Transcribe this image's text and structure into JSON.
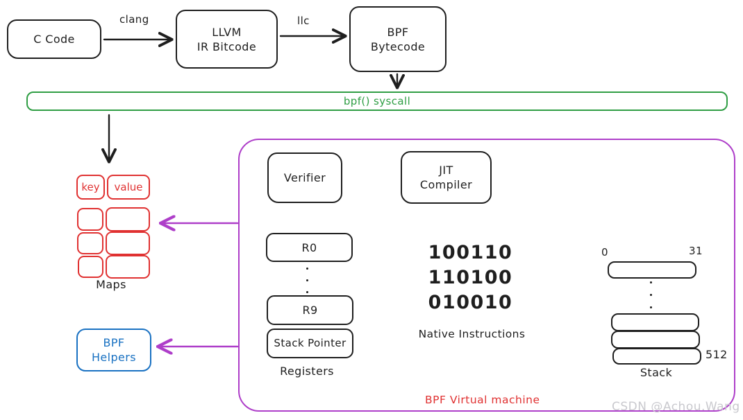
{
  "colors": {
    "ink": "#1e1e1e",
    "green": "#2f9e44",
    "red": "#e03131",
    "blue": "#1971c2",
    "purple": "#ae3ec9",
    "watermark": "#c9c9ce"
  },
  "pipeline": {
    "c_code": "C Code",
    "clang_label": "clang",
    "llvm": {
      "line1": "LLVM",
      "line2": "IR Bitcode"
    },
    "llc_label": "llc",
    "bytecode": {
      "line1": "BPF",
      "line2": "Bytecode"
    }
  },
  "syscall_bar": {
    "label": "bpf() syscall"
  },
  "maps": {
    "key": "key",
    "value": "value",
    "label": "Maps"
  },
  "helpers": {
    "line1": "BPF",
    "line2": "Helpers"
  },
  "vm": {
    "label": "BPF Virtual machine",
    "verifier": "Verifier",
    "jit": {
      "line1": "JIT",
      "line2": "Compiler"
    },
    "registers": {
      "r0": "R0",
      "r9": "R9",
      "stack_pointer": "Stack Pointer",
      "label": "Registers"
    },
    "native": {
      "lines": [
        "100110",
        "110100",
        "010010"
      ],
      "label": "Native Instructions"
    },
    "stack": {
      "bit_start": "0",
      "bit_end": "31",
      "size": "512",
      "label": "Stack"
    }
  },
  "watermark": "CSDN @Achou.Wang"
}
